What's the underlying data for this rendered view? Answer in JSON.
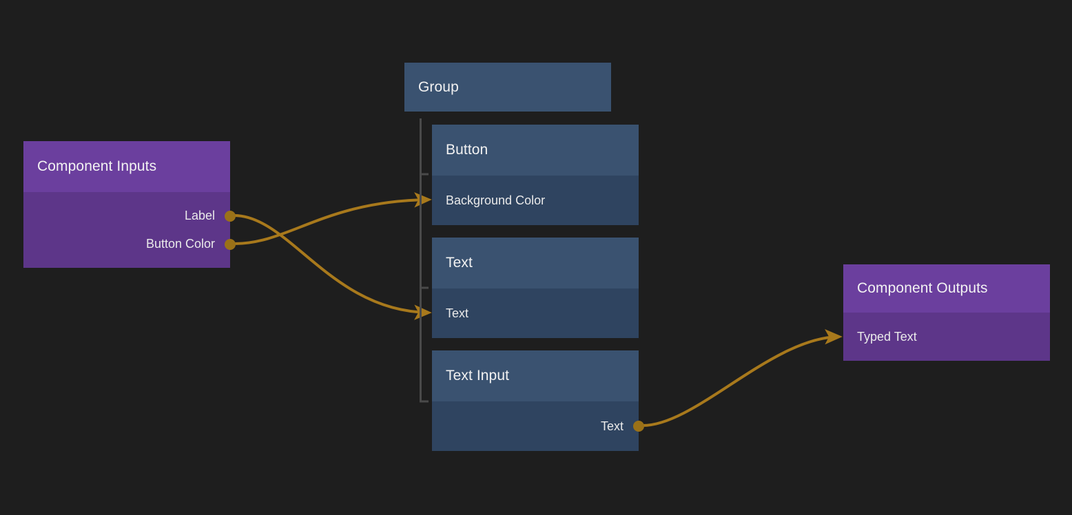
{
  "canvas": {
    "background_color": "#1e1e1e",
    "edge_color": "#a8791c",
    "port_color": "#9a7118",
    "tree_line_color": "#4a4a4a"
  },
  "nodes": {
    "component_inputs": {
      "title": "Component Inputs",
      "header_color": "#6b3f9e",
      "body_color": "#5d3689",
      "ports": [
        {
          "label": "Label"
        },
        {
          "label": "Button Color"
        }
      ]
    },
    "group": {
      "title": "Group",
      "header_color": "#3a5270"
    },
    "button": {
      "title": "Button",
      "header_color": "#3a5270",
      "body_color": "#2f4460",
      "ports": [
        {
          "label": "Background Color"
        }
      ]
    },
    "text": {
      "title": "Text",
      "header_color": "#3a5270",
      "body_color": "#2f4460",
      "ports": [
        {
          "label": "Text"
        }
      ]
    },
    "text_input": {
      "title": "Text Input",
      "header_color": "#3a5270",
      "body_color": "#2f4460",
      "ports": [
        {
          "label": "Text"
        }
      ]
    },
    "component_outputs": {
      "title": "Component Outputs",
      "header_color": "#6b3f9e",
      "body_color": "#5d3689",
      "ports": [
        {
          "label": "Typed Text"
        }
      ]
    }
  },
  "connections": [
    {
      "from": "Button Color",
      "to": "Background Color"
    },
    {
      "from": "Label",
      "to": "Text"
    },
    {
      "from": "Text",
      "to": "Typed Text"
    }
  ]
}
